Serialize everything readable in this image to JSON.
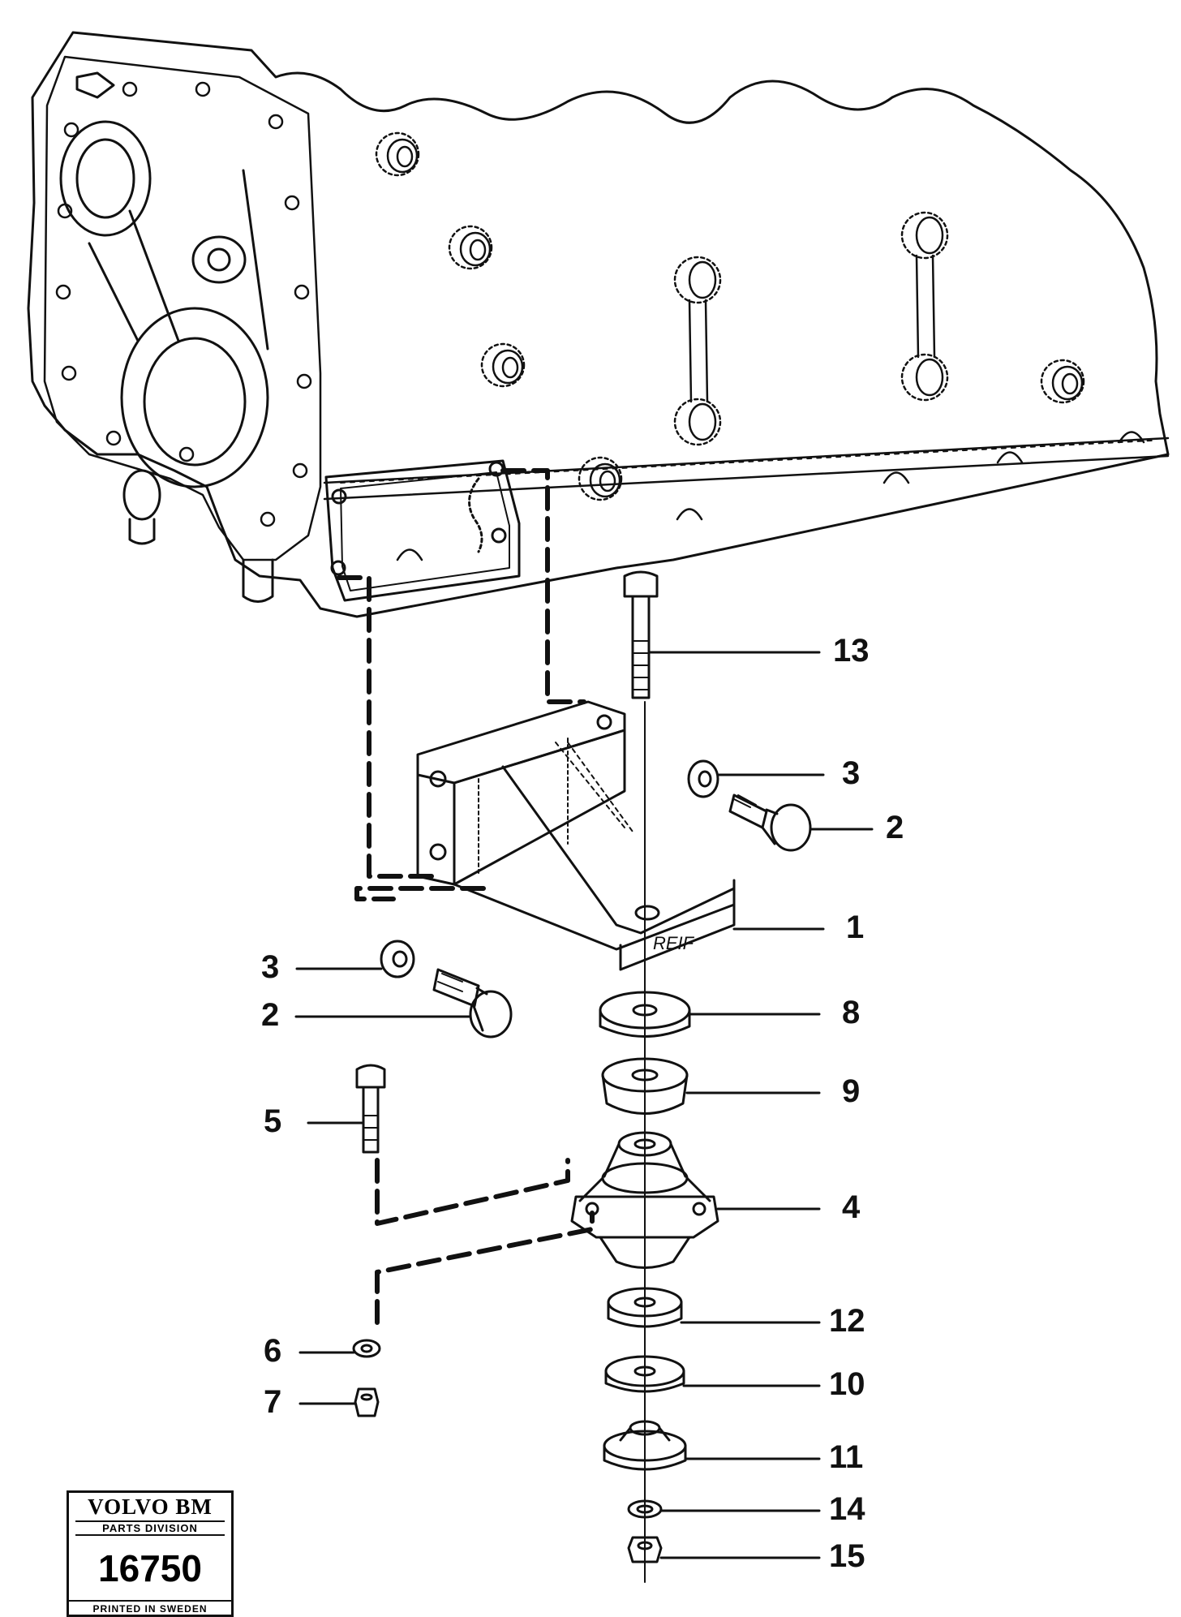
{
  "callouts": [
    {
      "id": "13",
      "label": "13"
    },
    {
      "id": "3a",
      "label": "3"
    },
    {
      "id": "2a",
      "label": "2"
    },
    {
      "id": "1",
      "label": "1"
    },
    {
      "id": "3b",
      "label": "3"
    },
    {
      "id": "2b",
      "label": "2"
    },
    {
      "id": "8",
      "label": "8"
    },
    {
      "id": "9",
      "label": "9"
    },
    {
      "id": "5",
      "label": "5"
    },
    {
      "id": "4",
      "label": "4"
    },
    {
      "id": "12",
      "label": "12"
    },
    {
      "id": "6",
      "label": "6"
    },
    {
      "id": "10",
      "label": "10"
    },
    {
      "id": "7",
      "label": "7"
    },
    {
      "id": "11",
      "label": "11"
    },
    {
      "id": "14",
      "label": "14"
    },
    {
      "id": "15",
      "label": "15"
    }
  ],
  "bracket_signature": "REIF",
  "badge": {
    "brand": "VOLVO BM",
    "division": "PARTS DIVISION",
    "number": "16750",
    "footer": "PRINTED IN SWEDEN"
  }
}
